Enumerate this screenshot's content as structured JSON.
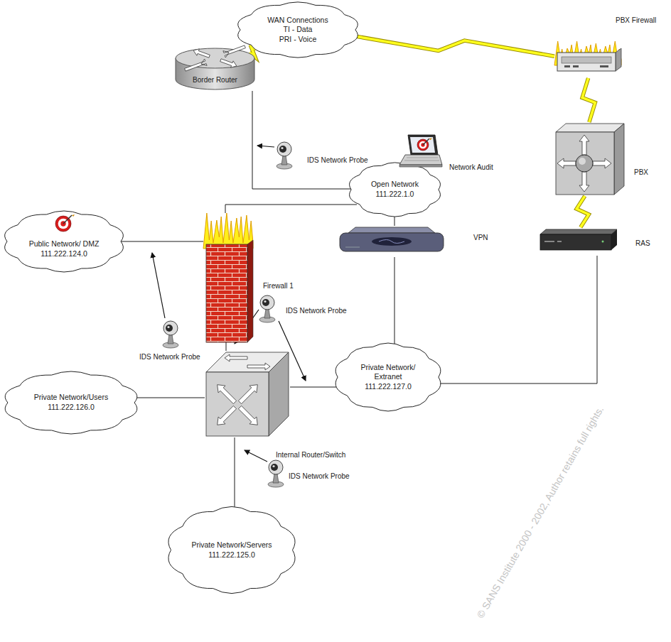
{
  "diagram": {
    "nodes": [
      {
        "text": [
          "WAN Connections",
          "TI - Data",
          "PRI - Voice"
        ]
      },
      {
        "text": [
          "Border Router"
        ]
      },
      {
        "text": [
          "PBX Firewall"
        ]
      },
      {
        "text": [
          "Network Audit"
        ]
      },
      {
        "text": [
          "Open Network",
          "111.222.1.0"
        ]
      },
      {
        "text": [
          "PBX"
        ]
      },
      {
        "text": [
          "Public Network/ DMZ",
          "111.222.124.0"
        ]
      },
      {
        "text": [
          "Firewall 1"
        ]
      },
      {
        "text": [
          "VPN"
        ]
      },
      {
        "text": [
          "RAS"
        ]
      },
      {
        "text": [
          "Private Network/Users",
          "111.222.126.0"
        ]
      },
      {
        "text": [
          "Internal Router/Switch"
        ]
      },
      {
        "text": [
          "Private Network/ Extranet",
          "111.222.127.0"
        ]
      },
      {
        "text": [
          "Private Network/Servers",
          "111.222.125.0"
        ]
      }
    ],
    "edges": [
      {
        "from": 0,
        "to": 1,
        "arrow": "none"
      },
      {
        "from": 0,
        "to": 2,
        "arrow": "none"
      },
      {
        "from": 2,
        "to": 5,
        "arrow": "none"
      },
      {
        "from": 5,
        "to": 9,
        "arrow": "none"
      },
      {
        "from": 1,
        "to": 4,
        "arrow": "none"
      },
      {
        "from": 4,
        "to": 7,
        "arrow": "none"
      },
      {
        "from": 4,
        "to": 8,
        "arrow": "none"
      },
      {
        "from": 7,
        "to": 6,
        "arrow": "none"
      },
      {
        "from": 7,
        "to": 11,
        "arrow": "none"
      },
      {
        "from": 8,
        "to": 12,
        "arrow": "none"
      },
      {
        "from": 11,
        "to": 10,
        "arrow": "none"
      },
      {
        "from": 11,
        "to": 12,
        "arrow": "none"
      },
      {
        "from": 11,
        "to": 13,
        "arrow": "none"
      },
      {
        "from": 9,
        "to": 12,
        "arrow": "none"
      }
    ],
    "labels": [
      "IDS Network Probe",
      "IDS Network Probe",
      "IDS Network Probe",
      "IDS Network Probe",
      "© SANS Institute 2000 - 2002, Author retains full rights."
    ]
  }
}
